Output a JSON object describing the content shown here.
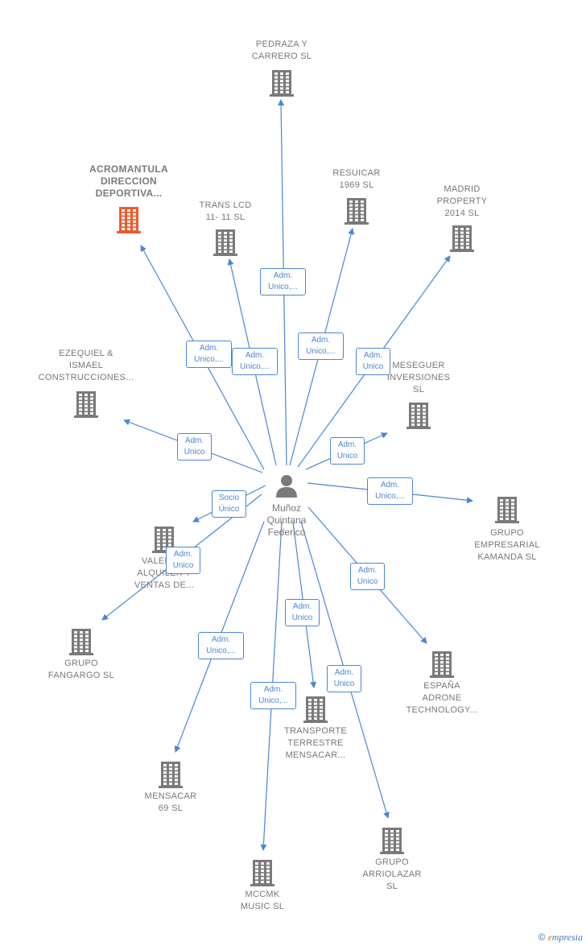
{
  "colors": {
    "edge": "#4a86d4",
    "building": "#7a7a7a",
    "highlight": "#f05a28",
    "person": "#7a7a7a"
  },
  "center": {
    "name_lines": [
      "Muñoz",
      "Quintana",
      "Federico"
    ],
    "icon": "person-icon"
  },
  "nodes": [
    {
      "id": "pedraza",
      "lines": [
        "PEDRAZA Y",
        "CARRERO SL"
      ],
      "icon": "building-icon"
    },
    {
      "id": "acromantula",
      "lines": [
        "ACROMANTULA",
        "DIRECCION",
        "DEPORTIVA..."
      ],
      "icon": "building-icon",
      "highlight": true
    },
    {
      "id": "translcd",
      "lines": [
        "TRANS LCD",
        "11- 11 SL"
      ],
      "icon": "building-icon"
    },
    {
      "id": "resuicar",
      "lines": [
        "RESUICAR",
        "1969 SL"
      ],
      "icon": "building-icon"
    },
    {
      "id": "madrid",
      "lines": [
        "MADRID",
        "PROPERTY",
        "2014 SL"
      ],
      "icon": "building-icon"
    },
    {
      "id": "ezequiel",
      "lines": [
        "EZEQUIEL &",
        "ISMAEL",
        "CONSTRUCCIONES..."
      ],
      "icon": "building-icon"
    },
    {
      "id": "meseguer",
      "lines": [
        "MESEGUER",
        "INVERSIONES",
        "SL"
      ],
      "icon": "building-icon"
    },
    {
      "id": "kamanda",
      "lines": [
        "GRUPO",
        "EMPRESARIAL",
        "KAMANDA SL"
      ],
      "icon": "building-icon"
    },
    {
      "id": "valencia",
      "lines": [
        "VALENCIA",
        "ALQUILER Y",
        "VENTAS DE..."
      ],
      "icon": "building-icon"
    },
    {
      "id": "fangargo",
      "lines": [
        "GRUPO",
        "FANGARGO SL"
      ],
      "icon": "building-icon"
    },
    {
      "id": "espana",
      "lines": [
        "ESPAÑA",
        "ADRONE",
        "TECHNOLOGY..."
      ],
      "icon": "building-icon"
    },
    {
      "id": "transporte",
      "lines": [
        "TRANSPORTE",
        "TERRESTRE",
        "MENSACAR..."
      ],
      "icon": "building-icon"
    },
    {
      "id": "mensacar69",
      "lines": [
        "MENSACAR",
        "69 SL"
      ],
      "icon": "building-icon"
    },
    {
      "id": "arriolazar",
      "lines": [
        "GRUPO",
        "ARRIOLAZAR",
        "SL"
      ],
      "icon": "building-icon"
    },
    {
      "id": "mccmk",
      "lines": [
        "MCCMK",
        "MUSIC SL"
      ],
      "icon": "building-icon"
    }
  ],
  "edges": [
    {
      "to": "pedraza",
      "lines": [
        "Adm.",
        "Unico,..."
      ]
    },
    {
      "to": "acromantula",
      "lines": [
        "Adm.",
        "Unico,..."
      ]
    },
    {
      "to": "translcd",
      "lines": [
        "Adm.",
        "Unico,..."
      ]
    },
    {
      "to": "resuicar",
      "lines": [
        "Adm.",
        "Unico,..."
      ]
    },
    {
      "to": "madrid",
      "lines": [
        "Adm.",
        "Unico"
      ]
    },
    {
      "to": "ezequiel",
      "lines": [
        "Adm.",
        "Unico"
      ]
    },
    {
      "to": "meseguer",
      "lines": [
        "Adm.",
        "Unico"
      ]
    },
    {
      "to": "kamanda",
      "lines": [
        "Adm.",
        "Unico,..."
      ]
    },
    {
      "to": "valencia",
      "lines": [
        "Socio",
        "Único"
      ]
    },
    {
      "to": "fangargo",
      "lines": [
        "Adm.",
        "Unico"
      ]
    },
    {
      "to": "espana",
      "lines": [
        "Adm.",
        "Unico"
      ]
    },
    {
      "to": "transporte",
      "lines": [
        "Adm.",
        "Unico"
      ]
    },
    {
      "to": "mensacar69",
      "lines": [
        "Adm.",
        "Unico,..."
      ]
    },
    {
      "to": "arriolazar",
      "lines": [
        "Adm.",
        "Unico"
      ]
    },
    {
      "to": "mccmk",
      "lines": [
        "Adm.",
        "Unico,..."
      ]
    }
  ],
  "footer": {
    "copyright": "©",
    "brand_initial": "e",
    "brand_rest": "mpresia"
  }
}
